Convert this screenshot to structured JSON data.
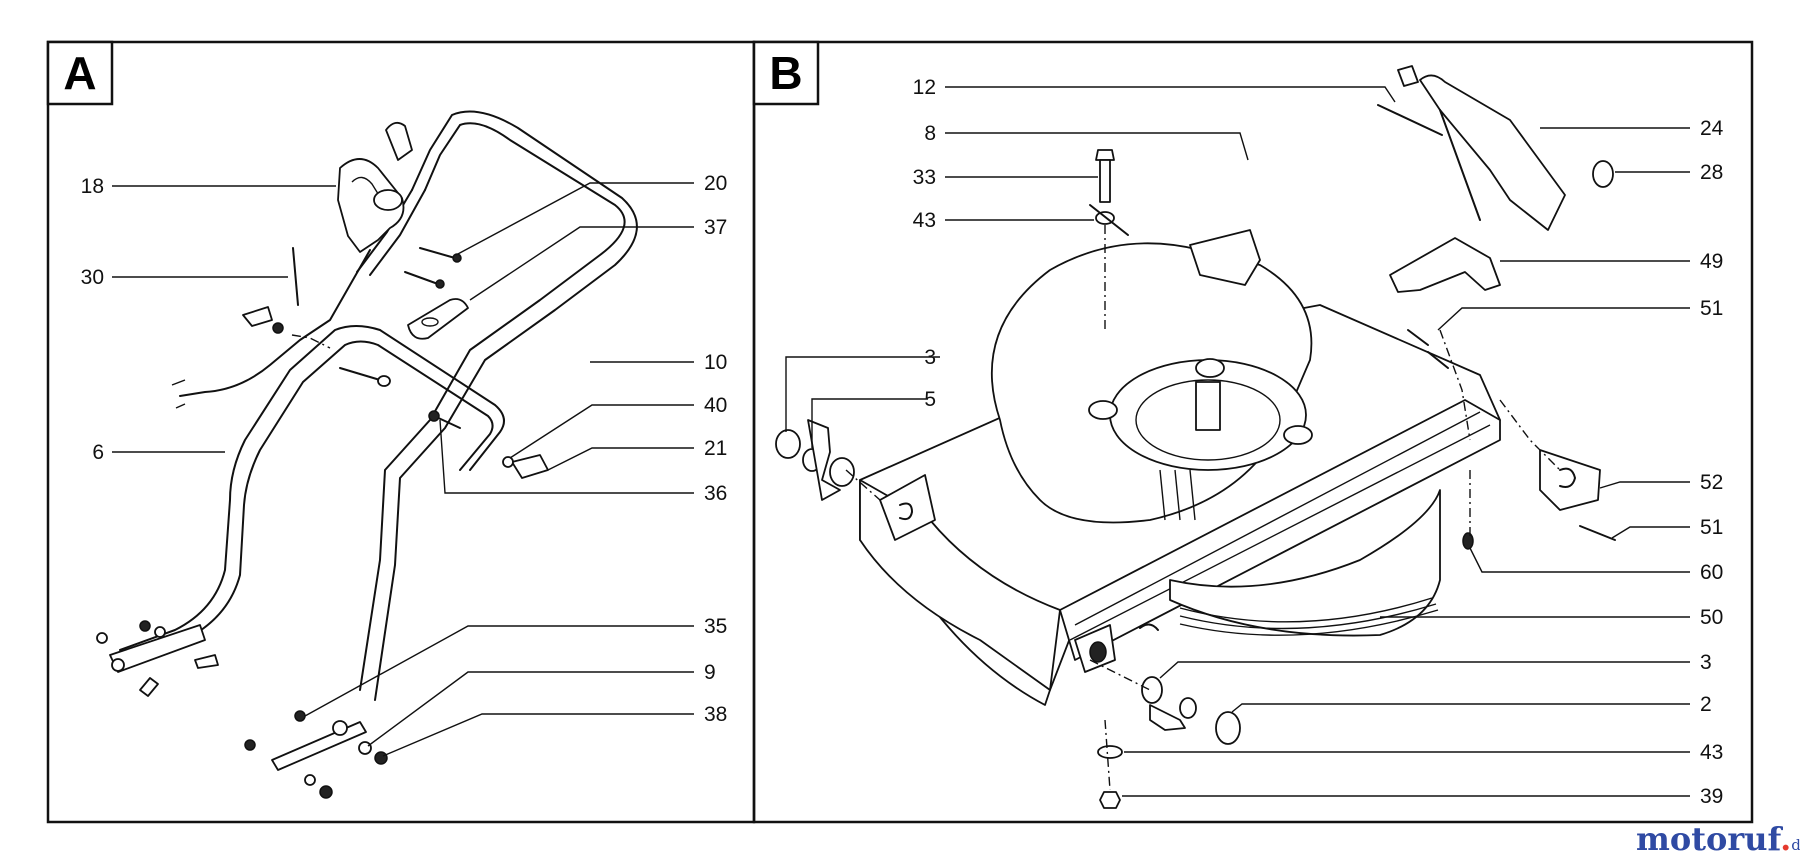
{
  "panels": [
    {
      "letter": "A",
      "callouts": [
        {
          "label": "18",
          "side": "left"
        },
        {
          "label": "30",
          "side": "left"
        },
        {
          "label": "6",
          "side": "left"
        },
        {
          "label": "20",
          "side": "right"
        },
        {
          "label": "37",
          "side": "right"
        },
        {
          "label": "10",
          "side": "right"
        },
        {
          "label": "40",
          "side": "right"
        },
        {
          "label": "21",
          "side": "right"
        },
        {
          "label": "36",
          "side": "right"
        },
        {
          "label": "35",
          "side": "right"
        },
        {
          "label": "9",
          "side": "right"
        },
        {
          "label": "38",
          "side": "right"
        }
      ]
    },
    {
      "letter": "B",
      "callouts": [
        {
          "label": "12",
          "side": "left"
        },
        {
          "label": "8",
          "side": "left"
        },
        {
          "label": "33",
          "side": "left"
        },
        {
          "label": "43",
          "side": "left"
        },
        {
          "label": "3",
          "side": "left"
        },
        {
          "label": "5",
          "side": "left"
        },
        {
          "label": "24",
          "side": "right"
        },
        {
          "label": "28",
          "side": "right"
        },
        {
          "label": "49",
          "side": "right"
        },
        {
          "label": "51",
          "side": "right"
        },
        {
          "label": "52",
          "side": "right"
        },
        {
          "label": "51",
          "side": "right"
        },
        {
          "label": "60",
          "side": "right"
        },
        {
          "label": "50",
          "side": "right"
        },
        {
          "label": "3",
          "side": "right"
        },
        {
          "label": "2",
          "side": "right"
        },
        {
          "label": "43",
          "side": "right"
        },
        {
          "label": "39",
          "side": "right"
        }
      ]
    }
  ],
  "watermark": {
    "name": "motoruf",
    "dot": ".",
    "tld": "de"
  }
}
